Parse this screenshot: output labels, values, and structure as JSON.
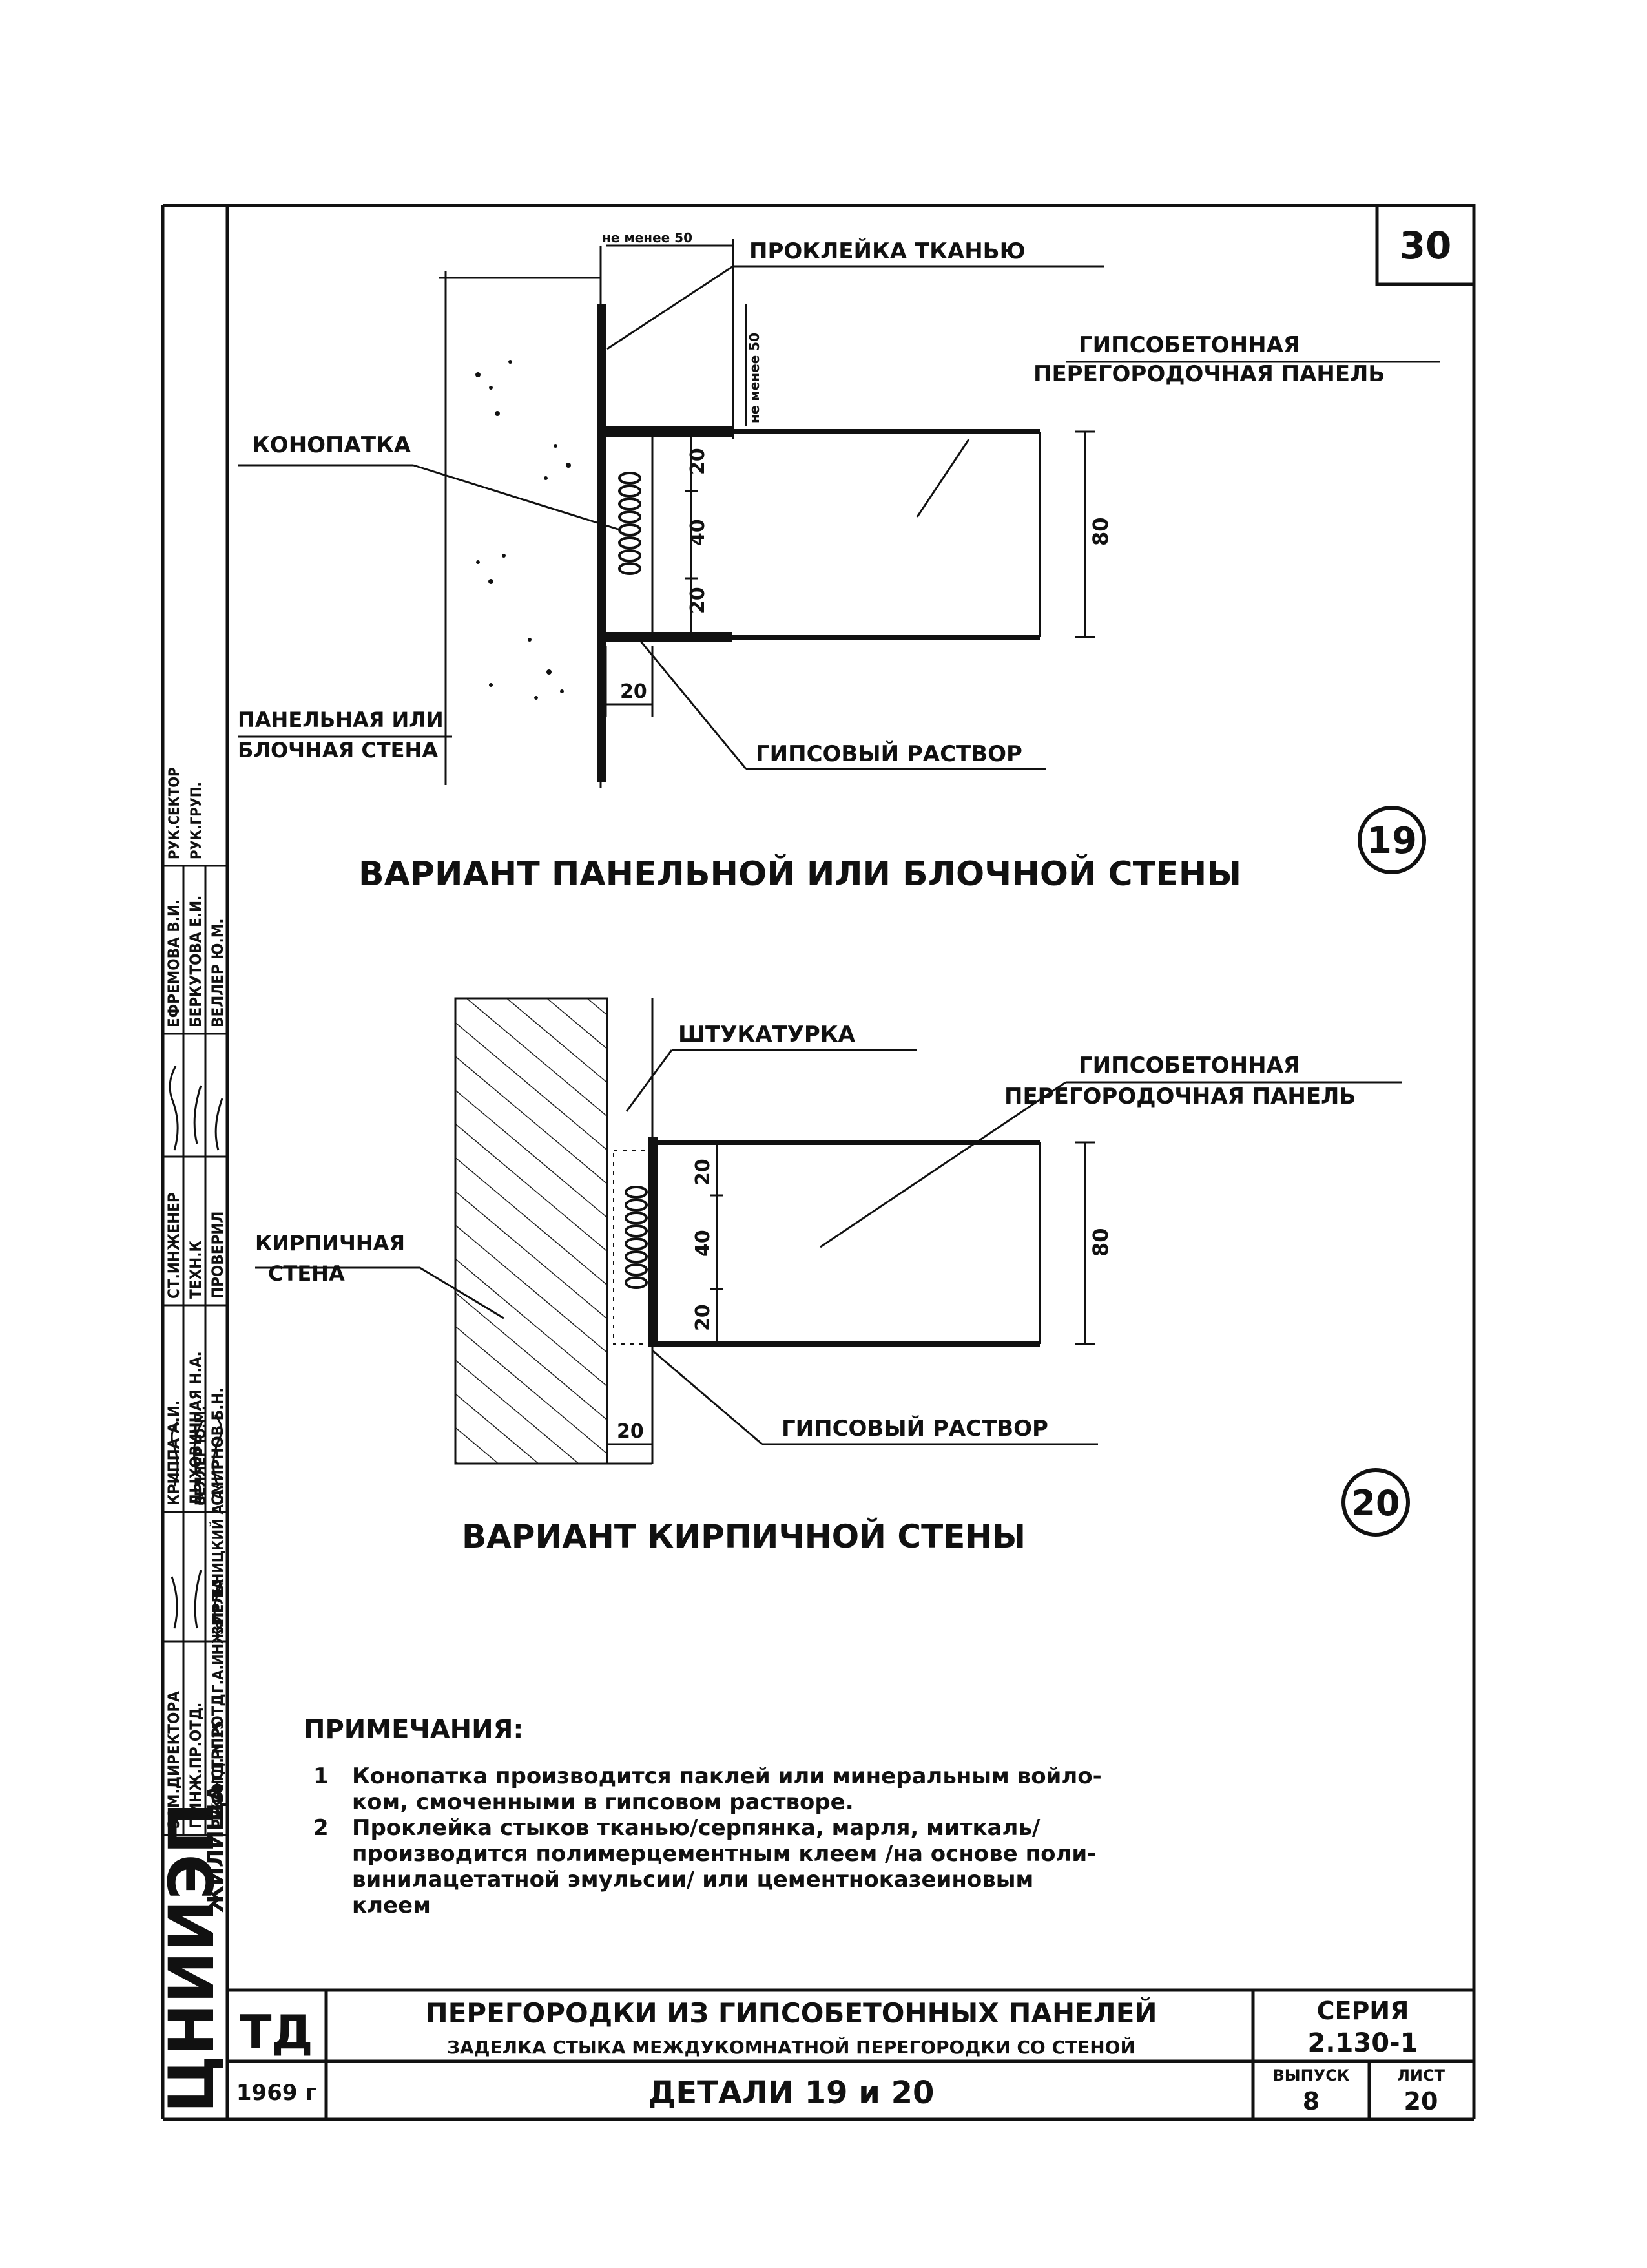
{
  "sheet_number": "30",
  "detail19": {
    "label_cloth_gluing": "ПРОКЛЕЙКА ТКАНЬЮ",
    "label_min_50_top": "не менее 50",
    "label_min_50_side": "не менее 50",
    "label_panel_line1": "ГИПСОБЕТОННАЯ",
    "label_panel_line2": "ПЕРЕГОРОДОЧНАЯ ПАНЕЛЬ",
    "label_caulking": "КОНОПАТКА",
    "label_wall_line1": "ПАНЕЛЬНАЯ ИЛИ",
    "label_wall_line2": "БЛОЧНАЯ СТЕНА",
    "label_mortar": "ГИПСОВЫЙ РАСТВОР",
    "dim_20_top": "20",
    "dim_40": "40",
    "dim_20_bottom": "20",
    "dim_80": "80",
    "dim_20_gap": "20",
    "caption": "ВАРИАНТ ПАНЕЛЬНОЙ ИЛИ БЛОЧНОЙ СТЕНЫ",
    "number": "19"
  },
  "detail20": {
    "label_plaster": "ШТУКАТУРКА",
    "label_panel_line1": "ГИПСОБЕТОННАЯ",
    "label_panel_line2": "ПЕРЕГОРОДОЧНАЯ ПАНЕЛЬ",
    "label_wall_line1": "КИРПИЧНАЯ",
    "label_wall_line2": "СТЕНА",
    "label_mortar": "ГИПСОВЫЙ РАСТВОР",
    "dim_20_top": "20",
    "dim_40": "40",
    "dim_20_bottom": "20",
    "dim_80": "80",
    "dim_20_gap": "20",
    "caption": "ВАРИАНТ КИРПИЧНОЙ СТЕНЫ",
    "number": "20"
  },
  "notes": {
    "heading": "ПРИМЕЧАНИЯ:",
    "items": [
      {
        "num": "1",
        "lines": [
          "Конопатка производится паклей или минеральным войло-",
          "ком, смоченными в гипсовом растворе."
        ]
      },
      {
        "num": "2",
        "lines": [
          "Проклейка стыков тканью/серпянка, марля, миткаль/",
          "производится полимерцементным клеем /на основе поли-",
          "винилацетатной эмульсии/ или цементноказеиновым",
          "клеем"
        ]
      }
    ]
  },
  "stamp_column": {
    "org": "ЦНИИЭП",
    "org_suffix": "ЖИЛИЩА",
    "rows": [
      {
        "role": "ЗАМ.ДИРЕКТОРА",
        "name": "КРИППА А.И."
      },
      {
        "role": "Г.ИНЖ.ПР.ОТД.",
        "name": "ДЫХОВИЧНАЯ Н.А."
      },
      {
        "role": "Г.КОНСТРПРОТД.",
        "name": "СМИРНОВ Б.Н."
      },
      {
        "role": "РУК.ОТД. N 15",
        "name": "ЗМЕЛЬНИЦКИЙ А.А."
      },
      {
        "role": "Г.А.ИНЖ.ПР-ТА",
        "name": "ВЕЛЛЕР Ю.М."
      }
    ],
    "rows_right": [
      {
        "role": "СТ.ИНЖЕНЕР",
        "name": "ЕФРЕМОВА В.И."
      },
      {
        "role": "ТЕХН.К",
        "name": "БЕРКУТОВА Е.И."
      },
      {
        "role": "ПРОВЕРИЛ",
        "name": "ВЕЛЛЕР Ю.М."
      }
    ],
    "extra": [
      "РУК.СЕКТОР",
      "РУК.ГРУП."
    ]
  },
  "title_block": {
    "code": "ТД",
    "year": "1969 г",
    "title_line1": "ПЕРЕГОРОДКИ ИЗ ГИПСОБЕТОННЫХ ПАНЕЛЕЙ",
    "title_line2": "ЗАДЕЛКА СТЫКА МЕЖДУКОМНАТНОЙ ПЕРЕГОРОДКИ СО СТЕНОЙ",
    "sheet_title": "ДЕТАЛИ 19 и 20",
    "series_label": "СЕРИЯ",
    "series_value": "2.130-1",
    "issue_label": "ВЫПУСК",
    "issue_value": "8",
    "sheet_label": "ЛИСТ",
    "sheet_value": "20"
  }
}
